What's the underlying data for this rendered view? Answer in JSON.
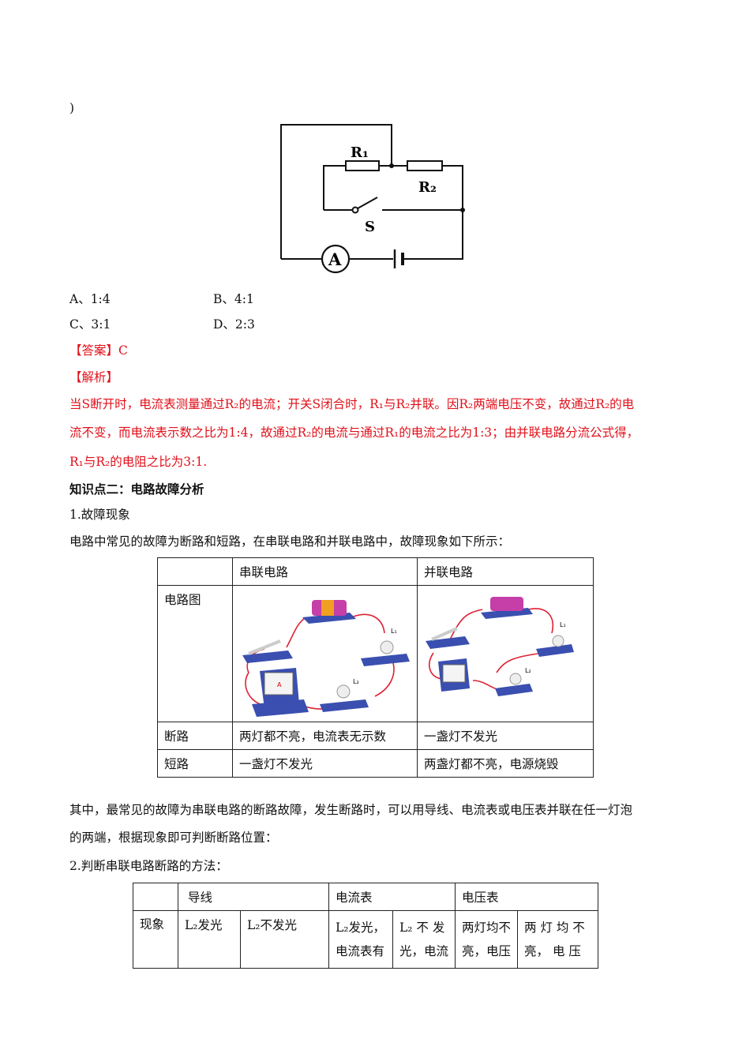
{
  "stem_tail": ")",
  "circuit_labels": {
    "r1": "R₁",
    "r2": "R₂",
    "switch": "S",
    "ammeter": "A"
  },
  "options": [
    {
      "label": "A、1:4"
    },
    {
      "label": "B、4:1"
    },
    {
      "label": "C、3:1"
    },
    {
      "label": "D、2:3"
    }
  ],
  "answer": "【答案】C",
  "analysis_heading": "【解析】",
  "analysis_lines": [
    "当S断开时，电流表测量通过R₂的电流；开关S闭合时，R₁与R₂并联。因R₂两端电压不变，故通过R₂的电",
    "流不变，而电流表示数之比为1:4，故通过R₂的电流与通过R₁的电流之比为1:3；由并联电路分流公式得，",
    "R₁与R₂的电阻之比为3:1."
  ],
  "section_heading": "知识点二：电路故障分析",
  "sub1_title": "1.故障现象",
  "sub1_intro": "电路中常见的故障为断路和短路，在串联电路和并联电路中，故障现象如下所示：",
  "table1": {
    "col_series": "串联电路",
    "col_parallel": "并联电路",
    "row_diagram": "电路图",
    "row_open": "断路",
    "row_short": "短路",
    "series_open": "两灯都不亮，电流表无示数",
    "parallel_open": "一盏灯不发光",
    "series_short": "一盏灯不发光",
    "parallel_short": "两盏灯都不亮，电源烧毁",
    "lamp_l1": "L₁",
    "lamp_l2": "L₂"
  },
  "para_lines": [
    "其中，最常见的故障为串联电路的断路故障，发生断路时，可以用导线、电流表或电压表并联在任一灯泡",
    "的两端，根据现象即可判断断路位置："
  ],
  "sub2_title": "2.判断串联电路断路的方法：",
  "table2": {
    "h_wire": "导线",
    "h_ammeter": "电流表",
    "h_voltmeter": "电压表",
    "row_label": "现象",
    "c1": "L₂发光",
    "c2": "L₂不发光",
    "c3a": "L₂发光，",
    "c3b": "电流表有",
    "c4a": "L₂ 不 发",
    "c4b": "光，电流",
    "c5a": "两灯均不",
    "c5b": "亮，电压",
    "c6a": "两 灯 均 不",
    "c6b": "亮， 电 压"
  }
}
